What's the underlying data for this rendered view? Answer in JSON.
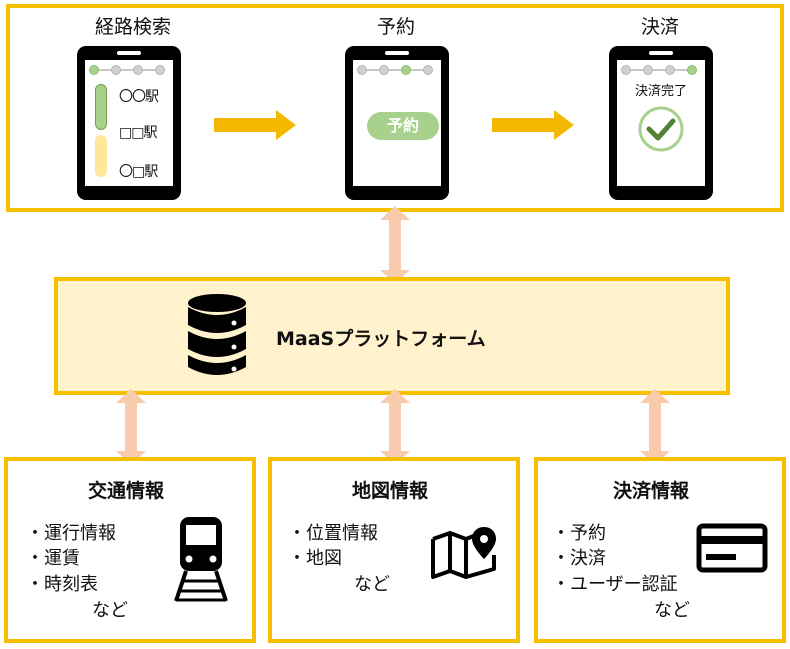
{
  "steps": [
    {
      "label": "経路検索"
    },
    {
      "label": "予約",
      "button": "予約"
    },
    {
      "label": "決済",
      "done": "決済完了"
    }
  ],
  "route_stations": [
    "〇〇駅",
    "□□駅",
    "〇□駅"
  ],
  "platform": {
    "label": "MaaSプラットフォーム"
  },
  "boxes": [
    {
      "title": "交通情報",
      "items": [
        "・運行情報",
        "・運賃",
        "・時刻表",
        "など"
      ]
    },
    {
      "title": "地図情報",
      "items": [
        "・位置情報",
        "・地図",
        "など"
      ]
    },
    {
      "title": "決済情報",
      "items": [
        "・予約",
        "・決済",
        "・ユーザー認証",
        "など"
      ]
    }
  ],
  "colors": {
    "border": "#F5C000",
    "platform_bg": "#FFF2CC",
    "arrow": "#F5B800",
    "link": "#F8CBAD",
    "green": "#A9D18E",
    "check": "#548235"
  },
  "icons": [
    "database-icon",
    "train-icon",
    "map-pin-icon",
    "credit-card-icon",
    "checkmark-icon"
  ]
}
